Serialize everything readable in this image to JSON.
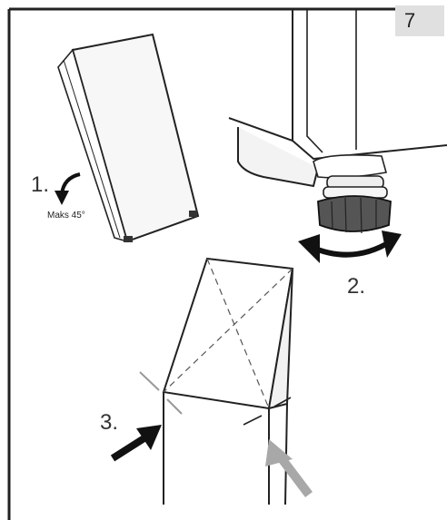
{
  "page": {
    "number": "7"
  },
  "steps": {
    "step1_label": "1.",
    "step1_note": "Maks 45°",
    "step2_label": "2.",
    "step3_label": "3."
  },
  "icons": [
    "tilt-arrow-icon",
    "rotate-arrows-icon",
    "push-arrow-icon"
  ]
}
